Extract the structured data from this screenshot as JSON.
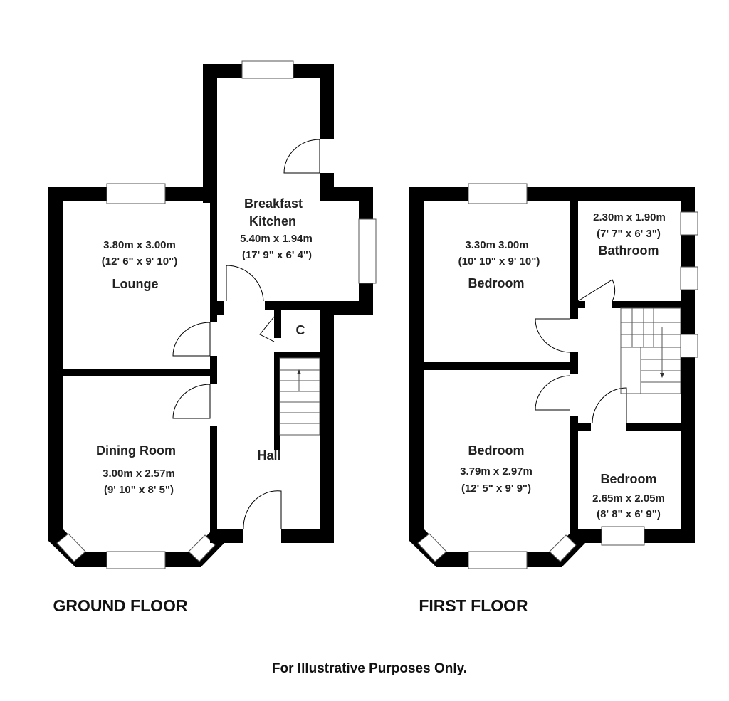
{
  "ground_floor": {
    "title": "GROUND FLOOR",
    "kitchen": {
      "name_line1": "Breakfast",
      "name_line2": "Kitchen",
      "size_m": "5.40m x 1.94m",
      "size_ft": "(17' 9\" x 6' 4\")"
    },
    "lounge": {
      "name": "Lounge",
      "size_m": "3.80m x 3.00m",
      "size_ft": "(12' 6\" x 9' 10\")"
    },
    "dining": {
      "name": "Dining Room",
      "size_m": "3.00m x 2.57m",
      "size_ft": "(9' 10\" x 8' 5\")"
    },
    "hall": {
      "name": "Hall"
    },
    "cupboard": {
      "name": "C"
    }
  },
  "first_floor": {
    "title": "FIRST FLOOR",
    "bedroom1": {
      "name": "Bedroom",
      "size_m": "3.30m 3.00m",
      "size_ft": "(10' 10\" x 9' 10\")"
    },
    "bathroom": {
      "name": "Bathroom",
      "size_m": "2.30m x 1.90m",
      "size_ft": "(7' 7\" x 6' 3\")"
    },
    "bedroom2": {
      "name": "Bedroom",
      "size_m": "3.79m x 2.97m",
      "size_ft": "(12' 5\" x 9' 9\")"
    },
    "bedroom3": {
      "name": "Bedroom",
      "size_m": "2.65m x 2.05m",
      "size_ft": "(8' 8\" x 6' 9\")"
    }
  },
  "footer": "For Illustrative Purposes Only."
}
